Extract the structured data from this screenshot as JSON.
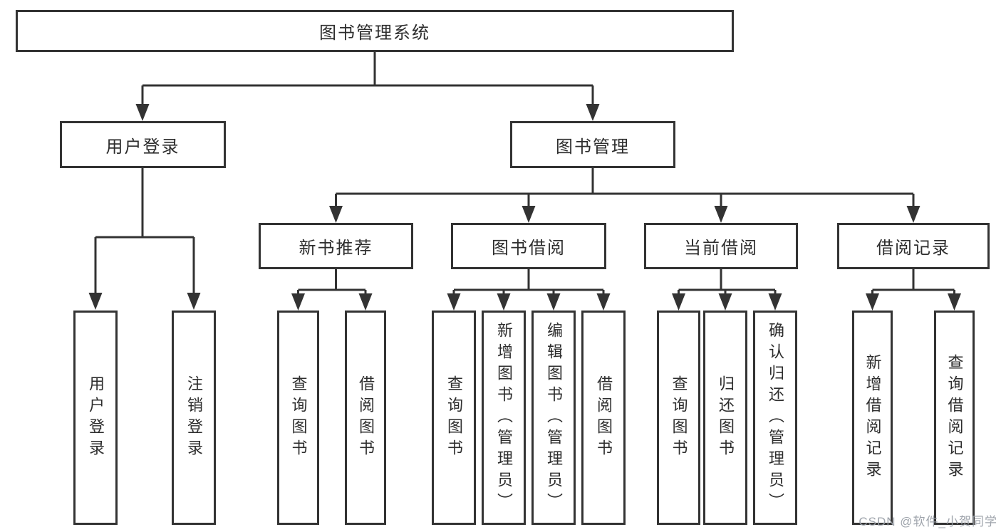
{
  "diagram": {
    "root": "图书管理系统",
    "level2": [
      "用户登录",
      "图书管理"
    ],
    "level3": [
      "新书推荐",
      "图书借阅",
      "当前借阅",
      "借阅记录"
    ],
    "leaves": [
      "用户登录",
      "注销登录",
      "查询图书",
      "借阅图书",
      "查询图书",
      "新增图书（管理员）",
      "编辑图书（管理员）",
      "借阅图书",
      "查询图书",
      "归还图书",
      "确认归还（管理员）",
      "新增借阅记录",
      "查询借阅记录"
    ],
    "hierarchy": {
      "图书管理系统": [
        "用户登录",
        "图书管理"
      ],
      "用户登录": [
        "用户登录",
        "注销登录"
      ],
      "图书管理": [
        "新书推荐",
        "图书借阅",
        "当前借阅",
        "借阅记录"
      ],
      "新书推荐": [
        "查询图书",
        "借阅图书"
      ],
      "图书借阅": [
        "查询图书",
        "新增图书（管理员）",
        "编辑图书（管理员）",
        "借阅图书"
      ],
      "当前借阅": [
        "查询图书",
        "归还图书",
        "确认归还（管理员）"
      ],
      "借阅记录": [
        "新增借阅记录",
        "查询借阅记录"
      ]
    },
    "colors": {
      "line": "#333333",
      "box_border": "#333333",
      "box_fill": "#ffffff",
      "text": "#2d2d2d",
      "background": "#ffffff"
    }
  },
  "watermark": {
    "text": "CSDN @软件_小贺同学",
    "color": "#9aa0a8"
  }
}
